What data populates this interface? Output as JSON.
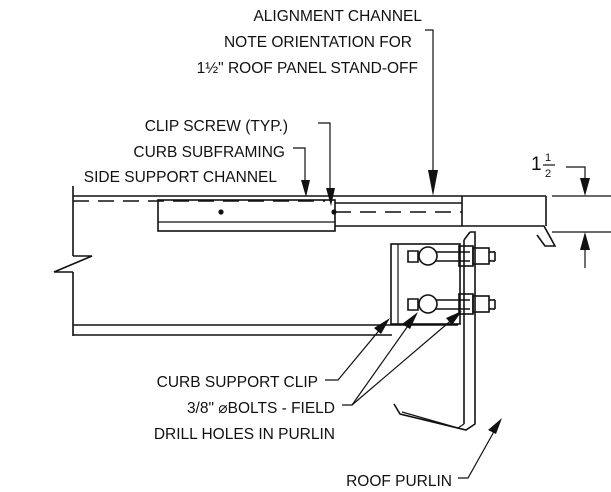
{
  "labels": {
    "alignment_1": "ALIGNMENT CHANNEL",
    "alignment_2": "NOTE ORIENTATION FOR",
    "alignment_3": "1½\" ROOF PANEL STAND-OFF",
    "clip_screw": "CLIP SCREW (TYP.)",
    "curb_subframing": "CURB SUBFRAMING",
    "side_support": "SIDE SUPPORT CHANNEL",
    "standoff_whole": "1",
    "standoff_num": "1",
    "standoff_den": "2",
    "curb_support_clip": "CURB SUPPORT CLIP",
    "bolts_1": "3/8\"  ⌀BOLTS - FIELD",
    "bolts_2": "DRILL HOLES IN PURLIN",
    "roof_purlin": "ROOF PURLIN"
  },
  "colors": {
    "ink": "#111111",
    "background": "#ffffff"
  }
}
